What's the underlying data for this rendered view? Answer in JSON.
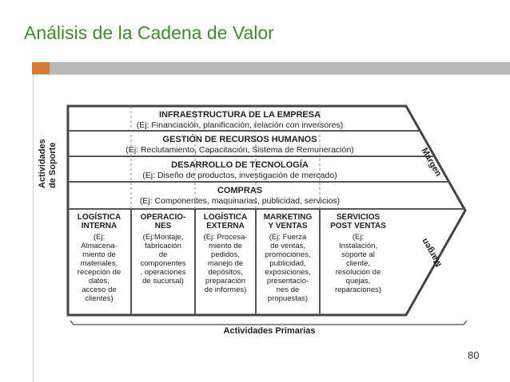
{
  "slide": {
    "title": "Análisis de la Cadena de Valor",
    "page_number": "80"
  },
  "diagram": {
    "support_label_1": "Actividades",
    "support_label_2": "de Soporte",
    "primary_label": "Actividades Primarias",
    "margin_top": "Margen",
    "margin_bottom": "Margen",
    "support": [
      {
        "title": "INFRAESTRUCTURA DE LA EMPRESA",
        "desc": "(Ej: Financiación, planificación, relación con inversores)"
      },
      {
        "title": "GESTIÓN DE RECURSOS HUMANOS",
        "desc": "(Ej: Reclutamiento, Capacitación, Sistema de Remuneración)"
      },
      {
        "title": "DESARROLLO DE TECNOLOGÍA",
        "desc": "(Ej: Diseño de productos, investigación de mercado)"
      },
      {
        "title": "COMPRAS",
        "desc": "(Ej: Componentes, maquinarias, publicidad, servicios)"
      }
    ],
    "primary": [
      {
        "title": [
          "LOGÍSTICA",
          "INTERNA"
        ],
        "desc": [
          "(Ej:",
          "Almacena-",
          "miento de",
          "materiales,",
          "recepción de",
          "datos,",
          "acceso de",
          "clientes)"
        ]
      },
      {
        "title": [
          "OPERACIO-",
          "NES"
        ],
        "desc": [
          "(Ej:Montaje,",
          "fabricación",
          "de",
          "componentes",
          ", operaciones",
          "de sucursal)"
        ]
      },
      {
        "title": [
          "LOGÍSTICA",
          "EXTERNA"
        ],
        "desc": [
          "(Ej: Procesa-",
          "miento de",
          "pedidos,",
          "manejo de",
          "depósitos,",
          "preparación",
          "de informes)"
        ]
      },
      {
        "title": [
          "MARKETING",
          "Y VENTAS"
        ],
        "desc": [
          "(Ej: Fuerza",
          "de ventas,",
          "promociones,",
          "publicidad,",
          "exposiciones,",
          "presentacio-",
          "nes de",
          "propuestas)"
        ]
      },
      {
        "title": [
          "SERVICIOS",
          "POST VENTAS"
        ],
        "desc": [
          "(Ej:",
          "Instalación,",
          "soporte al",
          "cliente,",
          "resolución de",
          "quejas,",
          "reparaciones)"
        ]
      }
    ]
  }
}
